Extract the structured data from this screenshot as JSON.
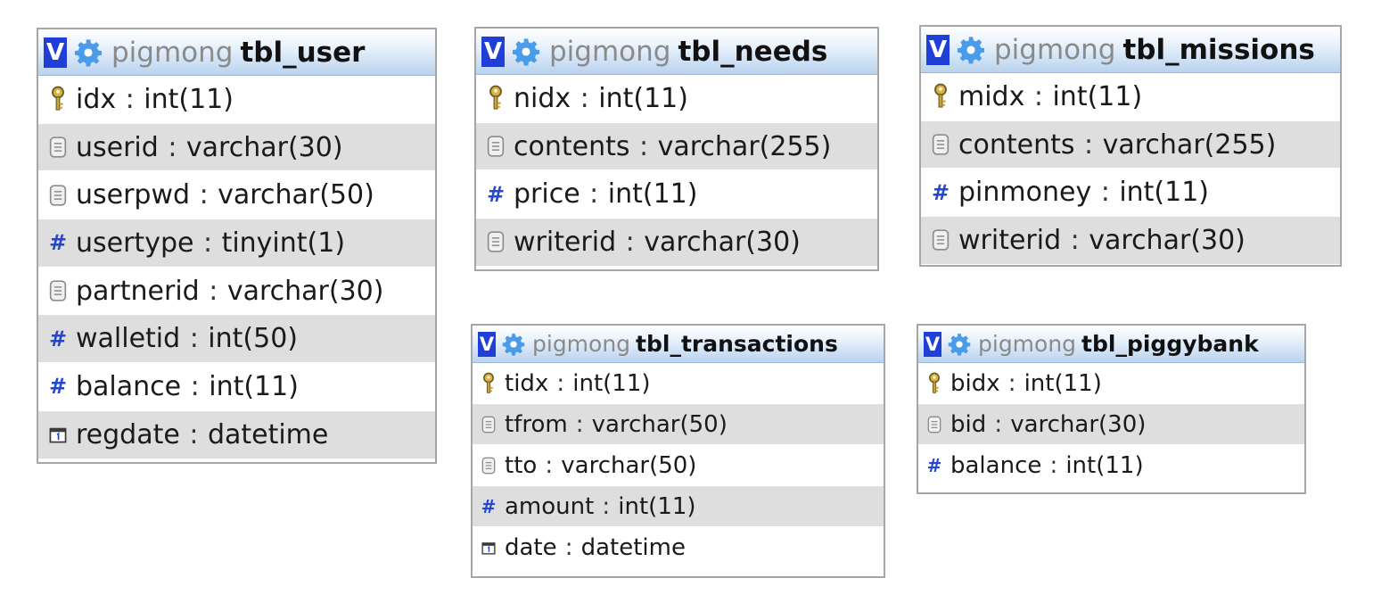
{
  "tables": {
    "user": {
      "schema": "pigmong",
      "name": "tbl_user",
      "toggle": "V",
      "columns": [
        {
          "icon": "key-icon",
          "name": "idx",
          "type": "int(11)"
        },
        {
          "icon": "text-field-icon",
          "name": "userid",
          "type": "varchar(30)"
        },
        {
          "icon": "text-field-icon",
          "name": "userpwd",
          "type": "varchar(50)"
        },
        {
          "icon": "numeric-hash-icon",
          "name": "usertype",
          "type": "tinyint(1)"
        },
        {
          "icon": "text-field-icon",
          "name": "partnerid",
          "type": "varchar(30)"
        },
        {
          "icon": "numeric-hash-icon",
          "name": "walletid",
          "type": "int(50)"
        },
        {
          "icon": "numeric-hash-icon",
          "name": "balance",
          "type": "int(11)"
        },
        {
          "icon": "calendar-icon",
          "name": "regdate",
          "type": "datetime"
        }
      ]
    },
    "needs": {
      "schema": "pigmong",
      "name": "tbl_needs",
      "toggle": "V",
      "columns": [
        {
          "icon": "key-icon",
          "name": "nidx",
          "type": "int(11)"
        },
        {
          "icon": "text-field-icon",
          "name": "contents",
          "type": "varchar(255)"
        },
        {
          "icon": "numeric-hash-icon",
          "name": "price",
          "type": "int(11)"
        },
        {
          "icon": "text-field-icon",
          "name": "writerid",
          "type": "varchar(30)"
        }
      ]
    },
    "missions": {
      "schema": "pigmong",
      "name": "tbl_missions",
      "toggle": "V",
      "columns": [
        {
          "icon": "key-icon",
          "name": "midx",
          "type": "int(11)"
        },
        {
          "icon": "text-field-icon",
          "name": "contents",
          "type": "varchar(255)"
        },
        {
          "icon": "numeric-hash-icon",
          "name": "pinmoney",
          "type": "int(11)"
        },
        {
          "icon": "text-field-icon",
          "name": "writerid",
          "type": "varchar(30)"
        }
      ]
    },
    "transactions": {
      "schema": "pigmong",
      "name": "tbl_transactions",
      "toggle": "V",
      "columns": [
        {
          "icon": "key-icon",
          "name": "tidx",
          "type": "int(11)"
        },
        {
          "icon": "text-field-icon",
          "name": "tfrom",
          "type": "varchar(50)"
        },
        {
          "icon": "text-field-icon",
          "name": "tto",
          "type": "varchar(50)"
        },
        {
          "icon": "numeric-hash-icon",
          "name": "amount",
          "type": "int(11)"
        },
        {
          "icon": "calendar-icon",
          "name": "date",
          "type": "datetime"
        }
      ]
    },
    "piggybank": {
      "schema": "pigmong",
      "name": "tbl_piggybank",
      "toggle": "V",
      "columns": [
        {
          "icon": "key-icon",
          "name": "bidx",
          "type": "int(11)"
        },
        {
          "icon": "text-field-icon",
          "name": "bid",
          "type": "varchar(30)"
        },
        {
          "icon": "numeric-hash-icon",
          "name": "balance",
          "type": "int(11)"
        }
      ]
    }
  }
}
